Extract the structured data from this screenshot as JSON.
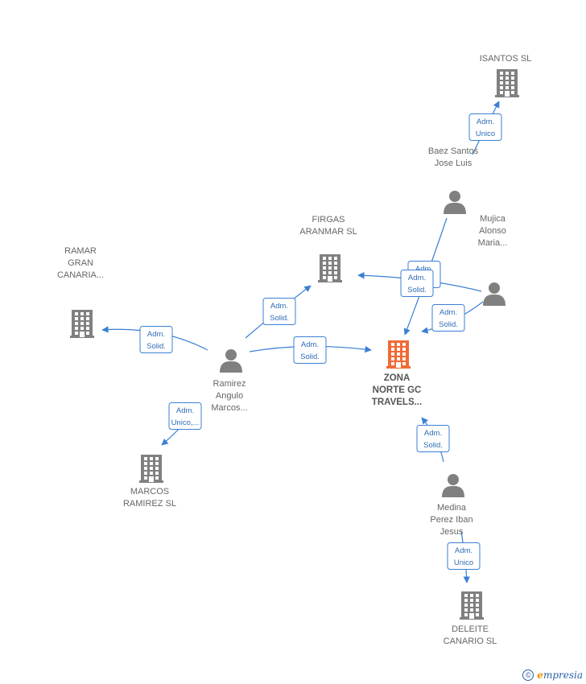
{
  "colors": {
    "company": "#808080",
    "main_company": "#f26a35",
    "person": "#808080",
    "edge": "#3b7fd4",
    "label_border": "#3b7fd4",
    "label_text": "#2f6db5"
  },
  "nodes": [
    {
      "id": "isantos",
      "kind": "company",
      "lines": [
        "ISANTOS SL"
      ]
    },
    {
      "id": "baez",
      "kind": "person",
      "lines": [
        "Baez Santos",
        "Jose Luis"
      ]
    },
    {
      "id": "firgas",
      "kind": "company",
      "lines": [
        "FIRGAS",
        "ARANMAR  SL"
      ]
    },
    {
      "id": "mujica",
      "kind": "person",
      "lines": [
        "Mujica",
        "Alonso",
        "Maria..."
      ]
    },
    {
      "id": "ramar",
      "kind": "company",
      "lines": [
        "RAMAR",
        "GRAN",
        "CANARIA..."
      ]
    },
    {
      "id": "ramirez",
      "kind": "person",
      "lines": [
        "Ramirez",
        "Angulo",
        "Marcos..."
      ]
    },
    {
      "id": "zona",
      "kind": "main_company",
      "lines": [
        "ZONA",
        "NORTE GC",
        "TRAVELS..."
      ]
    },
    {
      "id": "marcos",
      "kind": "company",
      "lines": [
        "MARCOS",
        "RAMIREZ  SL"
      ]
    },
    {
      "id": "medina",
      "kind": "person",
      "lines": [
        "Medina",
        "Perez Iban",
        "Jesus"
      ]
    },
    {
      "id": "deleite",
      "kind": "company",
      "lines": [
        "DELEITE",
        "CANARIO  SL"
      ]
    }
  ],
  "edges": [
    {
      "id": "e1",
      "from": "baez",
      "to": "isantos",
      "label": [
        "Adm.",
        "Unico"
      ]
    },
    {
      "id": "e2",
      "from": "baez",
      "to": "zona",
      "label": [
        "Adm.",
        "Solid."
      ]
    },
    {
      "id": "e3",
      "from": "mujica",
      "to": "firgas",
      "label": [
        "Adm.",
        "Solid."
      ]
    },
    {
      "id": "e4",
      "from": "mujica",
      "to": "zona",
      "label": [
        "Adm.",
        "Solid."
      ]
    },
    {
      "id": "e5",
      "from": "ramirez",
      "to": "ramar",
      "label": [
        "Adm.",
        "Solid."
      ]
    },
    {
      "id": "e6",
      "from": "ramirez",
      "to": "firgas",
      "label": [
        "Adm.",
        "Solid."
      ]
    },
    {
      "id": "e7",
      "from": "ramirez",
      "to": "zona",
      "label": [
        "Adm.",
        "Solid."
      ]
    },
    {
      "id": "e8",
      "from": "ramirez",
      "to": "marcos",
      "label": [
        "Adm.",
        "Unico,..."
      ]
    },
    {
      "id": "e9",
      "from": "medina",
      "to": "zona",
      "label": [
        "Adm.",
        "Solid."
      ]
    },
    {
      "id": "e10",
      "from": "medina",
      "to": "deleite",
      "label": [
        "Adm.",
        "Unico"
      ]
    }
  ],
  "footer": {
    "copyright": "©",
    "brand_e": "e",
    "brand_rest": "mpresia"
  }
}
